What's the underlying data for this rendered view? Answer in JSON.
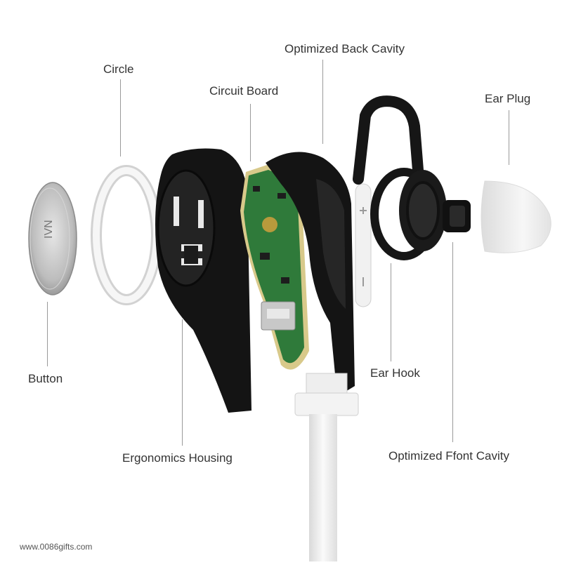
{
  "labels": {
    "optimized_back_cavity": "Optimized Back Cavity",
    "circle": "Circle",
    "circuit_board": "Circuit Board",
    "ear_plug": "Ear Plug",
    "button": "Button",
    "ear_hook": "Ear Hook",
    "ergonomics_housing": "Ergonomics Housing",
    "optimized_front_cavity": "Optimized Ffont Cavity"
  },
  "watermark": "www.0086gifts.com",
  "colors": {
    "housing": "#141414",
    "button_metal": "#c9c9c9",
    "ring": "#e8e8e8",
    "pcb": "#2f7a3a",
    "pcb_edge": "#d8c98a",
    "ear_plug": "#f0f0f0",
    "cable": "#f2f2f2",
    "leader": "#9a9a9a"
  }
}
